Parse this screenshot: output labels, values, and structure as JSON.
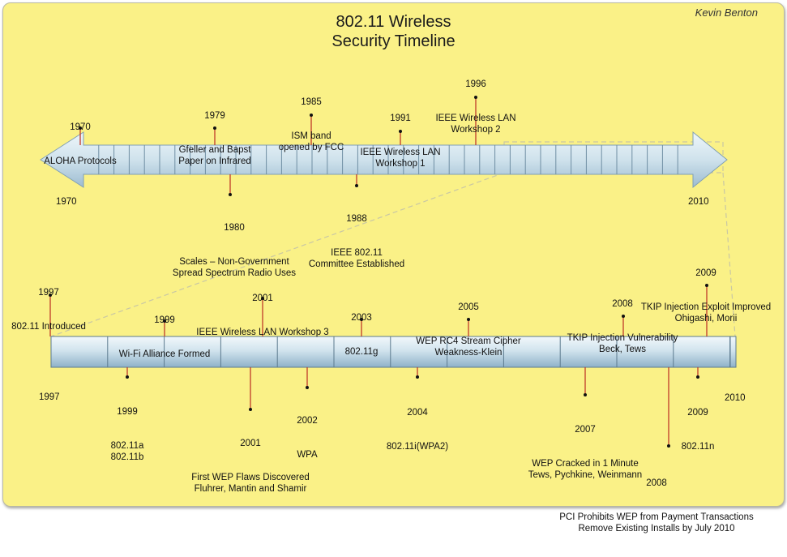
{
  "title_line1": "802.11 Wireless",
  "title_line2": "Security Timeline",
  "author": "Kevin Benton",
  "colors": {
    "background": "#faf187",
    "marker": "#c0392b",
    "bar_light": "#eef6fa",
    "bar_dark": "#9bbad0"
  },
  "top_timeline": {
    "start_label": "1970",
    "end_label": "2010",
    "events_above": [
      {
        "year": "1970",
        "text": "ALOHA Protocols"
      },
      {
        "year": "1979",
        "text": "Gfeller and Bapst\nPaper on Infrared"
      },
      {
        "year": "1985",
        "text": "ISM band\nopened by FCC"
      },
      {
        "year": "1991",
        "text": "IEEE Wireless LAN\nWorkshop 1"
      },
      {
        "year": "1996",
        "text": "IEEE Wireless LAN\nWorkshop 2"
      }
    ],
    "events_below": [
      {
        "year": "1980",
        "text": "Scales – Non-Government\nSpread Spectrum Radio Uses"
      },
      {
        "year": "1988",
        "text": "IEEE 802.11\nCommittee Established"
      }
    ]
  },
  "bottom_timeline": {
    "start_label": "1997",
    "end_label": "2010",
    "events_above": [
      {
        "year": "1997",
        "text": "802.11 Introduced"
      },
      {
        "year": "1999",
        "text": "Wi-Fi Alliance Formed"
      },
      {
        "year": "2001",
        "text": "IEEE Wireless LAN Workshop 3"
      },
      {
        "year": "2003",
        "text": "802.11g"
      },
      {
        "year": "2005",
        "text": "WEP RC4 Stream Cipher\nWeakness-Klein"
      },
      {
        "year": "2008",
        "text": "TKIP Injection Vulnerability\nBeck, Tews"
      },
      {
        "year": "2009",
        "text": "TKIP Injection Exploit Improved\nOhigashi, Morii"
      }
    ],
    "events_below": [
      {
        "year": "1999",
        "text": "802.11a\n802.11b"
      },
      {
        "year": "2001",
        "text": "First WEP Flaws Discovered\nFluhrer, Mantin and Shamir"
      },
      {
        "year": "2002",
        "text": "WPA"
      },
      {
        "year": "2004",
        "text": "802.11i(WPA2)"
      },
      {
        "year": "2007",
        "text": "WEP Cracked in 1 Minute\nTews, Pychkine, Weinmann"
      },
      {
        "year": "2008",
        "text": "PCI Prohibits WEP from Payment Transactions\nRemove Existing Installs by July 2010"
      },
      {
        "year": "2009",
        "text": "802.11n"
      }
    ]
  }
}
